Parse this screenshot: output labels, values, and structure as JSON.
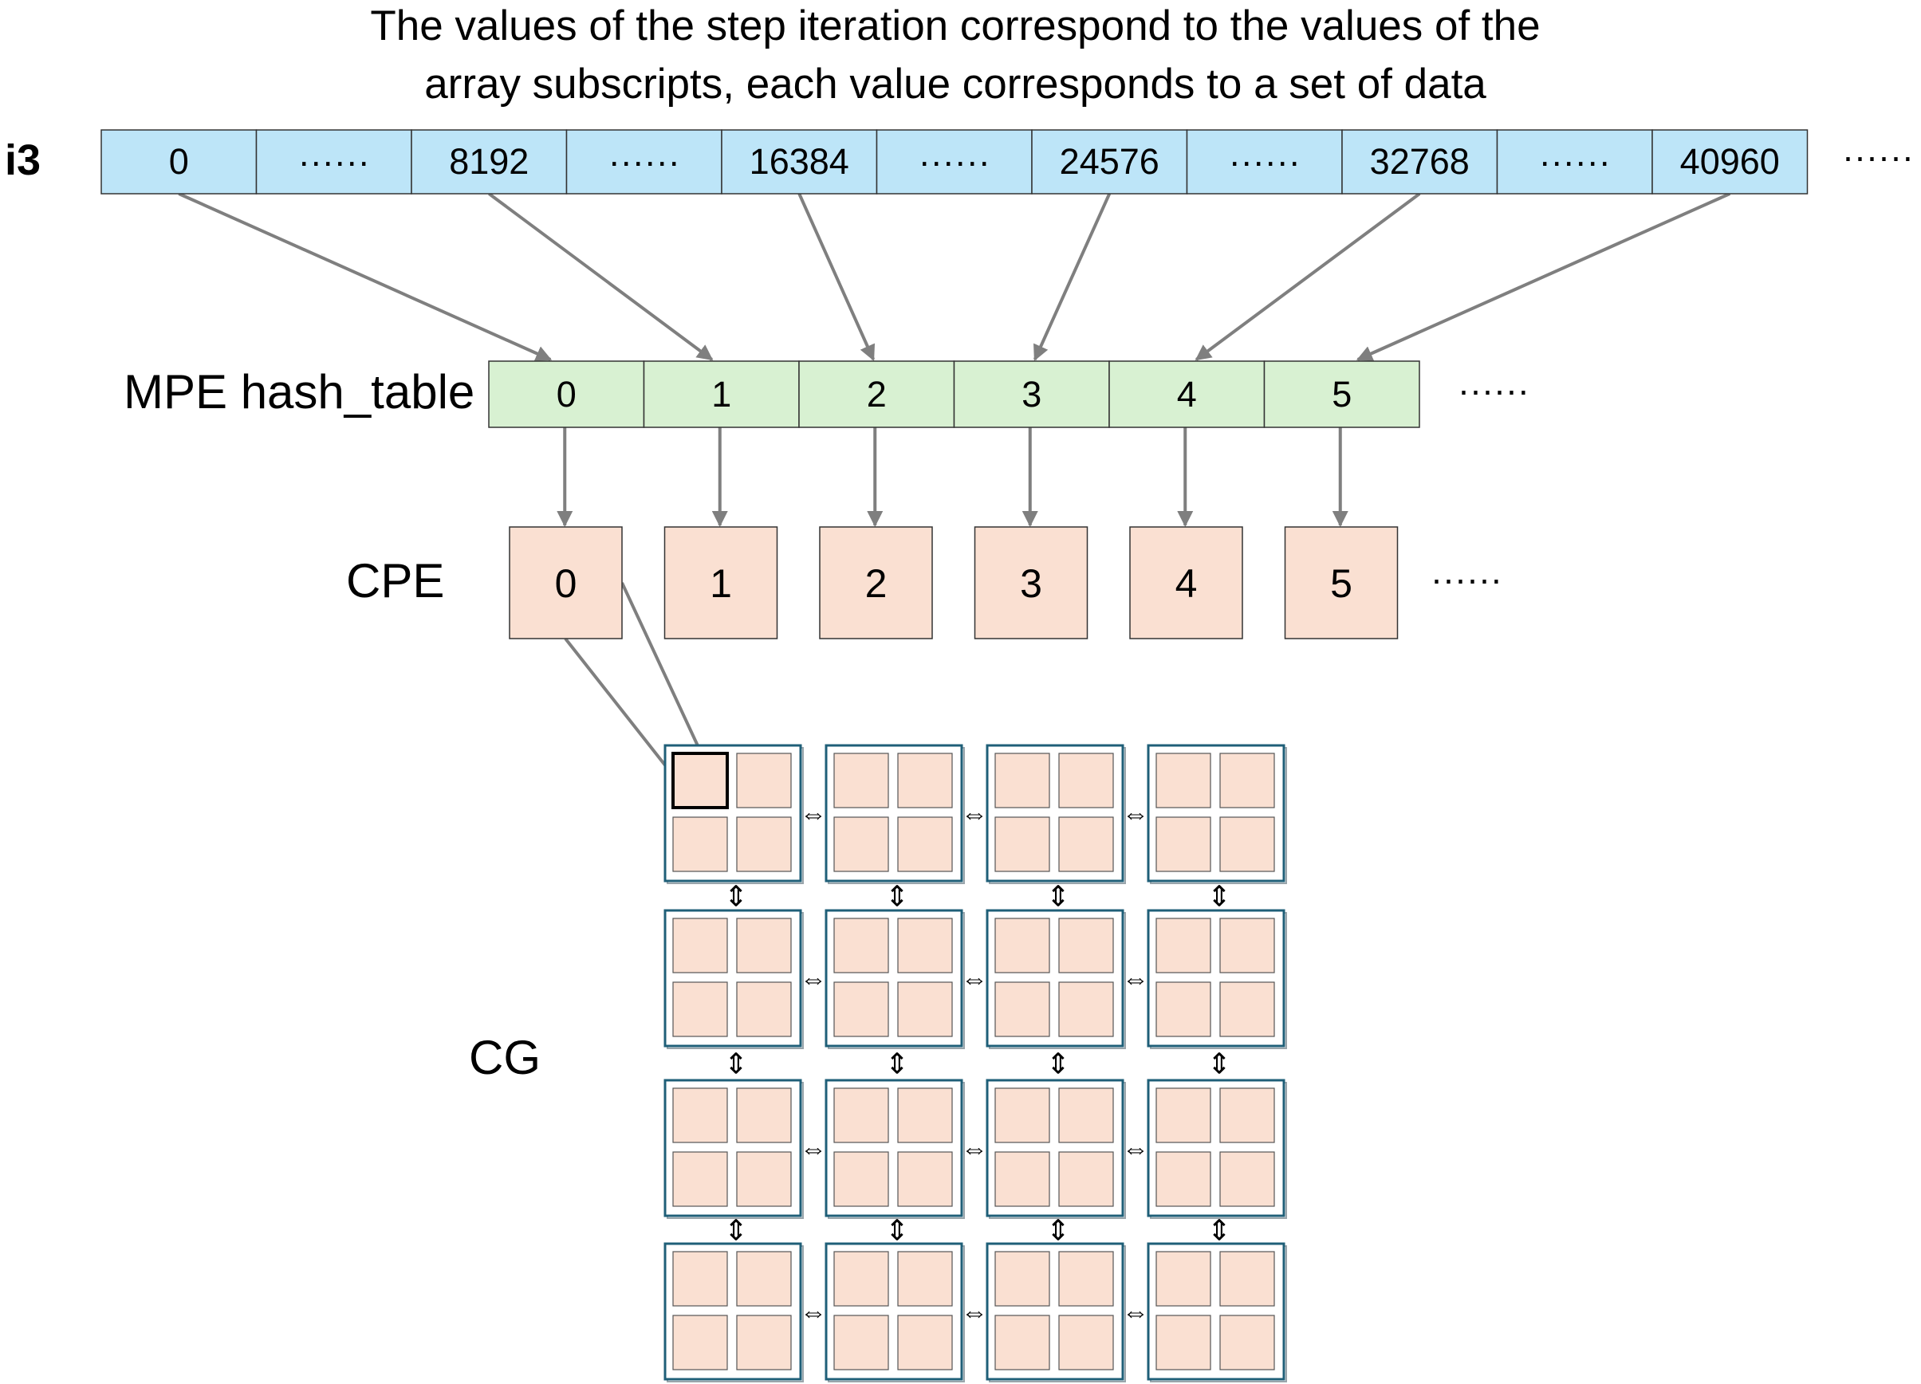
{
  "title_lines": [
    "The values of the step iteration correspond to the values of the",
    "array subscripts, each value corresponds to a set of data"
  ],
  "i3_row": {
    "label": "i3",
    "cells": [
      "0",
      "······",
      "8192",
      "······",
      "16384",
      "······",
      "24576",
      "······",
      "32768",
      "······",
      "40960"
    ],
    "trailing": "······"
  },
  "hash_table": {
    "label": "MPE hash_table",
    "cells": [
      "0",
      "1",
      "2",
      "3",
      "4",
      "5"
    ],
    "trailing": "······"
  },
  "cpe_row": {
    "label": "CPE",
    "cells": [
      "0",
      "1",
      "2",
      "3",
      "4",
      "5"
    ],
    "trailing": "······"
  },
  "cg": {
    "label": "CG",
    "grid_rows": 4,
    "grid_cols": 4,
    "cores_per_block": 4,
    "horizontal_link_glyph": "⇔",
    "vertical_link_glyph": "⇕"
  },
  "mapping": {
    "i3_cell_to_hash_index": [
      0,
      2,
      4,
      6,
      8,
      10
    ]
  },
  "colors": {
    "i3_fill": "#bde5f8",
    "hash_fill": "#d8f1d2",
    "cpe_fill": "#fae0d2",
    "cell_border": "#333333",
    "arrow": "#7f7f7f",
    "block_border": "#1f5f78",
    "highlight_border": "#000000",
    "link_arrow": "#1d4f66"
  }
}
